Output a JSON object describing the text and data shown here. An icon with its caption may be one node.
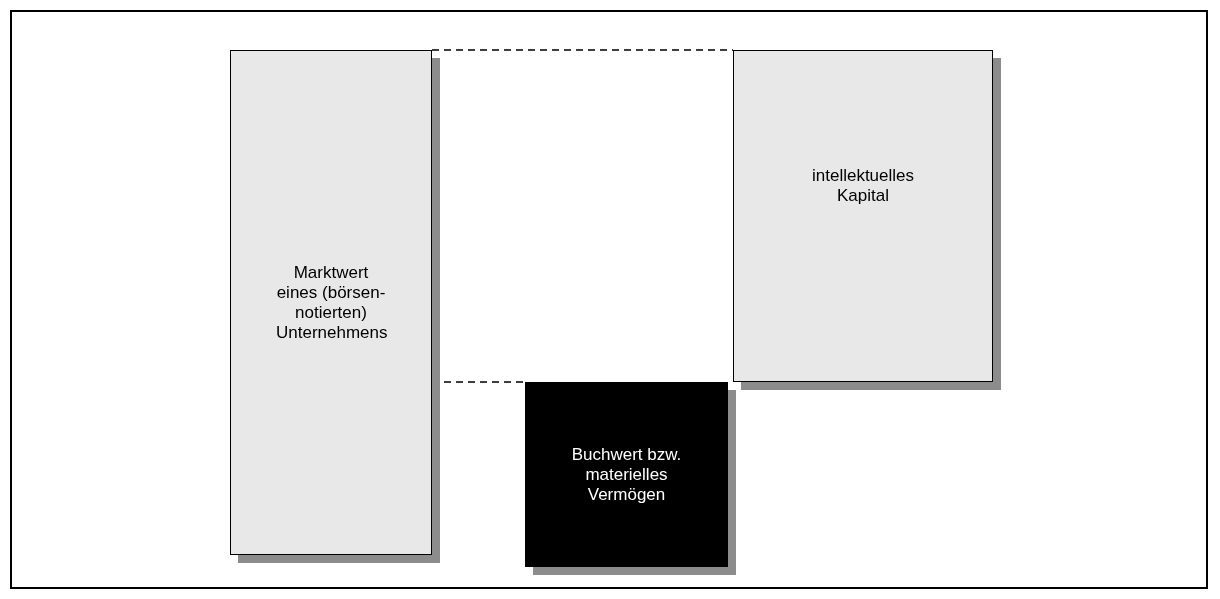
{
  "diagram": {
    "nodes": [
      {
        "text": [
          "Marktwert eines (börsen- notierten) Unternehmens"
        ]
      },
      {
        "text": [
          "intellektuelles Kapital"
        ]
      },
      {
        "text": [
          "Buchwert bzw. materielles Vermögen"
        ]
      }
    ],
    "edges": [
      {
        "from": 0,
        "to": 1,
        "arrow": "none",
        "style": "dashed"
      },
      {
        "from": 0,
        "to": 2,
        "arrow": "none",
        "style": "dashed"
      }
    ]
  }
}
